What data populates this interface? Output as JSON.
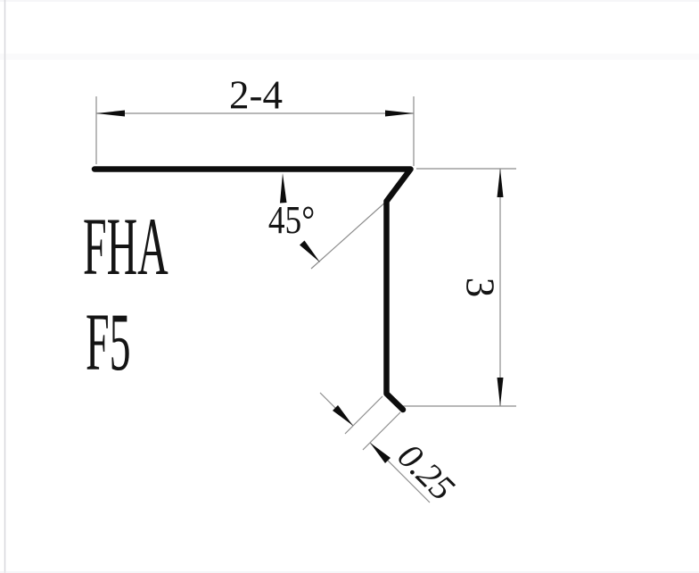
{
  "page": {
    "background": "#ffffff"
  },
  "colors": {
    "background": "#ffffff",
    "profile-line": "#0d0d0d",
    "thin-line": "#8c8c8c",
    "text": "#141414",
    "page-edge": "#d8d8dc",
    "hairline": "#ededf0",
    "band": "#fafafb"
  },
  "drawing": {
    "product": {
      "line1": "FHA",
      "line2": "F5"
    },
    "dimensions": {
      "top_width": "2-4",
      "bend_angle": "45°",
      "right_height": "3",
      "hem_thickness": "0.25"
    }
  }
}
